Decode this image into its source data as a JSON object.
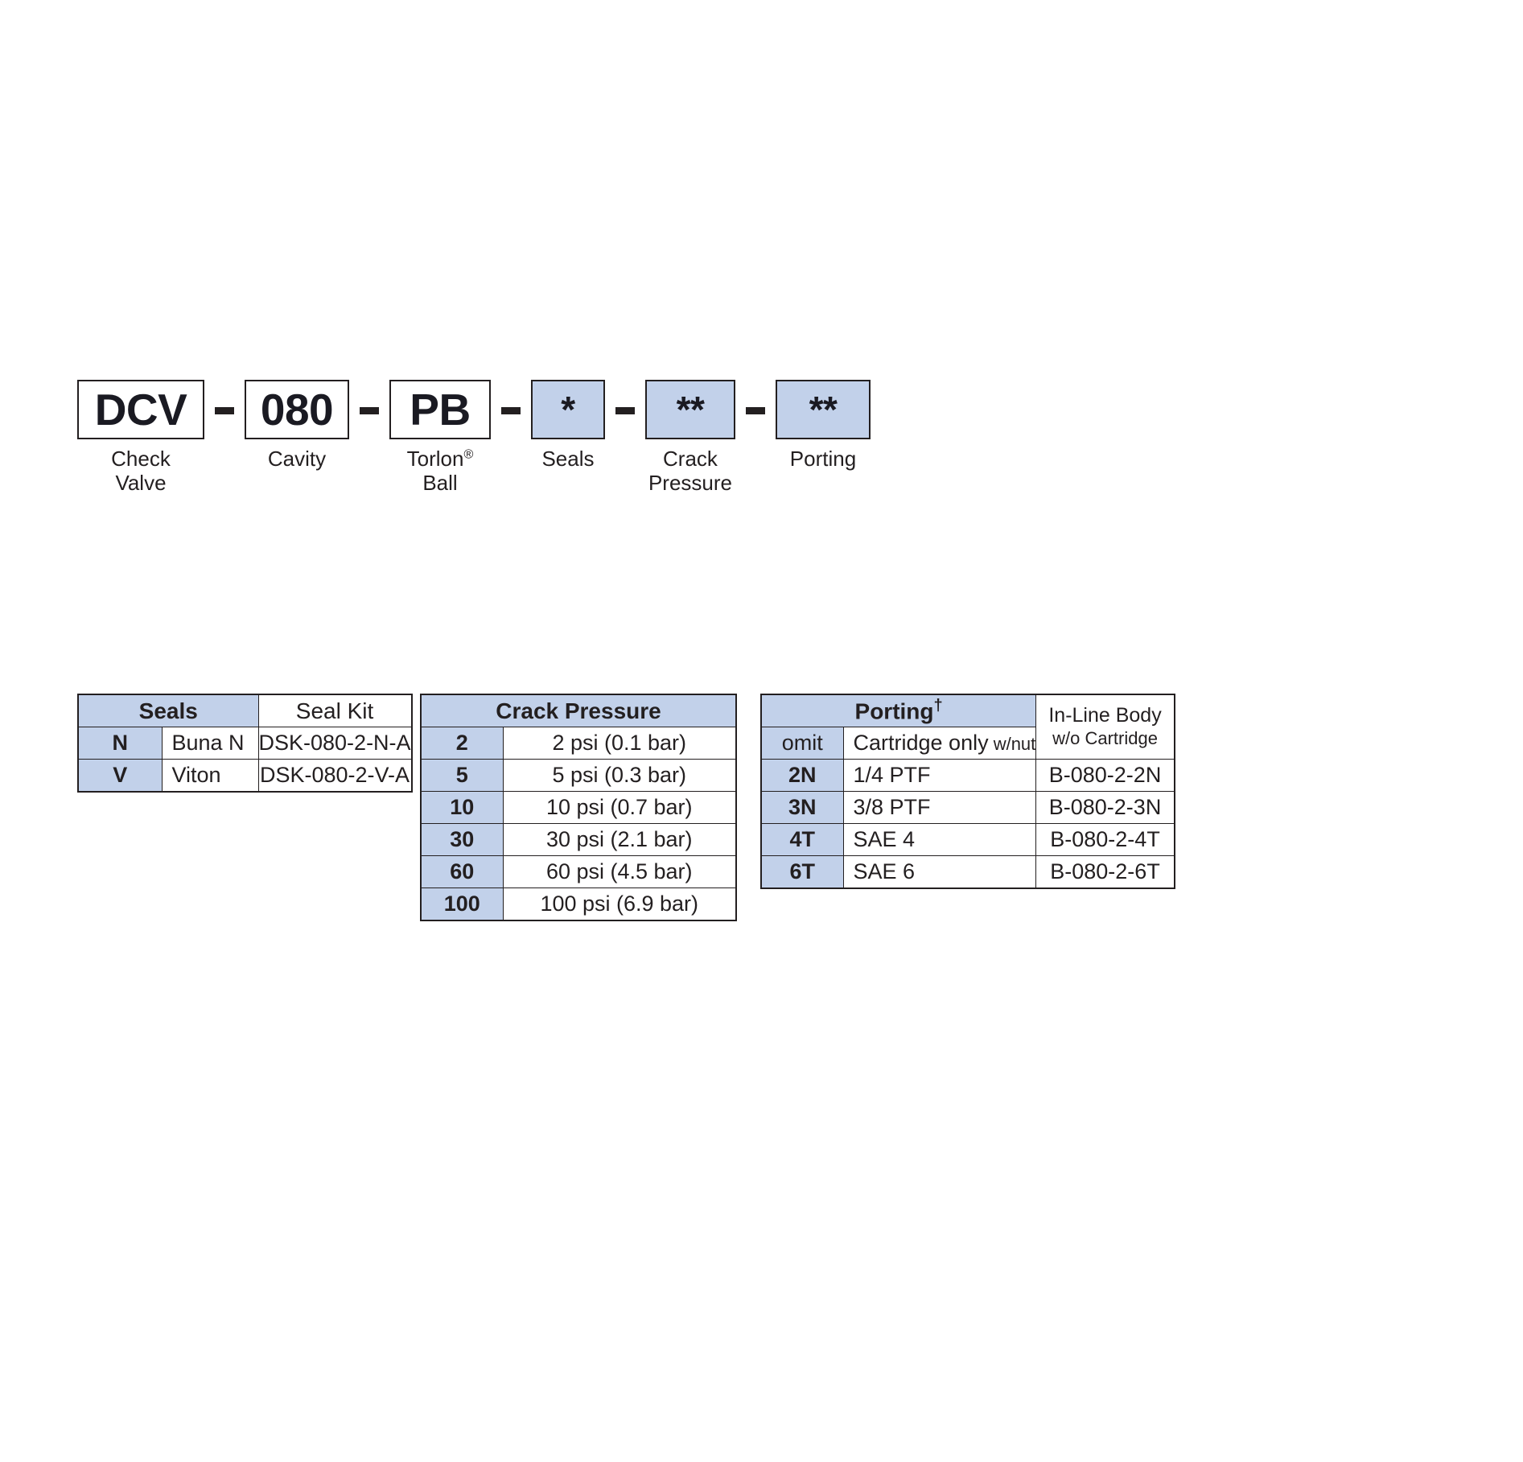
{
  "model_code": {
    "segments": [
      {
        "code": "DCV",
        "caption": "Check\nValve",
        "shaded": false,
        "width_class": "w-dcv"
      },
      {
        "code": "080",
        "caption": "Cavity",
        "shaded": false,
        "width_class": "w-cav"
      },
      {
        "code": "PB",
        "caption": "Torlon",
        "caption_sup": "®",
        "caption_line2": "Ball",
        "shaded": false,
        "width_class": "w-pb"
      },
      {
        "code": "*",
        "caption": "Seals",
        "shaded": true,
        "width_class": "w-star"
      },
      {
        "code": "**",
        "caption": "Crack\nPressure",
        "shaded": true,
        "width_class": "w-star2"
      },
      {
        "code": "**",
        "caption": "Porting",
        "shaded": true,
        "width_class": "w-star3"
      }
    ],
    "separator": "-"
  },
  "seals_table": {
    "header": {
      "seals": "Seals",
      "seal_kit": "Seal Kit"
    },
    "rows": [
      {
        "code": "N",
        "material": "Buna N",
        "kit": "DSK-080-2-N-A"
      },
      {
        "code": "V",
        "material": "Viton",
        "kit": "DSK-080-2-V-A"
      }
    ]
  },
  "crack_table": {
    "header": "Crack Pressure",
    "rows": [
      {
        "code": "2",
        "value": "2 psi (0.1 bar)"
      },
      {
        "code": "5",
        "value": "5 psi (0.3 bar)"
      },
      {
        "code": "10",
        "value": "10 psi (0.7 bar)"
      },
      {
        "code": "30",
        "value": "30 psi (2.1 bar)"
      },
      {
        "code": "60",
        "value": "60 psi (4.5 bar)"
      },
      {
        "code": "100",
        "value": "100 psi (6.9 bar)"
      }
    ]
  },
  "porting_table": {
    "header": {
      "porting": "Porting",
      "porting_dagger": "†",
      "inline_body_l1": "In-Line Body",
      "inline_body_l2": "w/o Cartridge"
    },
    "rows": [
      {
        "code": "omit",
        "code_bold": false,
        "description": "Cartridge only",
        "description_small": " w/nut",
        "inline_body": ""
      },
      {
        "code": "2N",
        "code_bold": true,
        "description": "1/4 PTF",
        "description_small": "",
        "inline_body": "B-080-2-2N"
      },
      {
        "code": "3N",
        "code_bold": true,
        "description": "3/8 PTF",
        "description_small": "",
        "inline_body": "B-080-2-3N"
      },
      {
        "code": "4T",
        "code_bold": true,
        "description": "SAE 4",
        "description_small": "",
        "inline_body": "B-080-2-4T"
      },
      {
        "code": "6T",
        "code_bold": true,
        "description": "SAE 6",
        "description_small": "",
        "inline_body": "B-080-2-6T"
      }
    ]
  },
  "colors": {
    "shade_blue": "#c2d1ea",
    "ink": "#231f20",
    "page_background": "#ffffff"
  }
}
